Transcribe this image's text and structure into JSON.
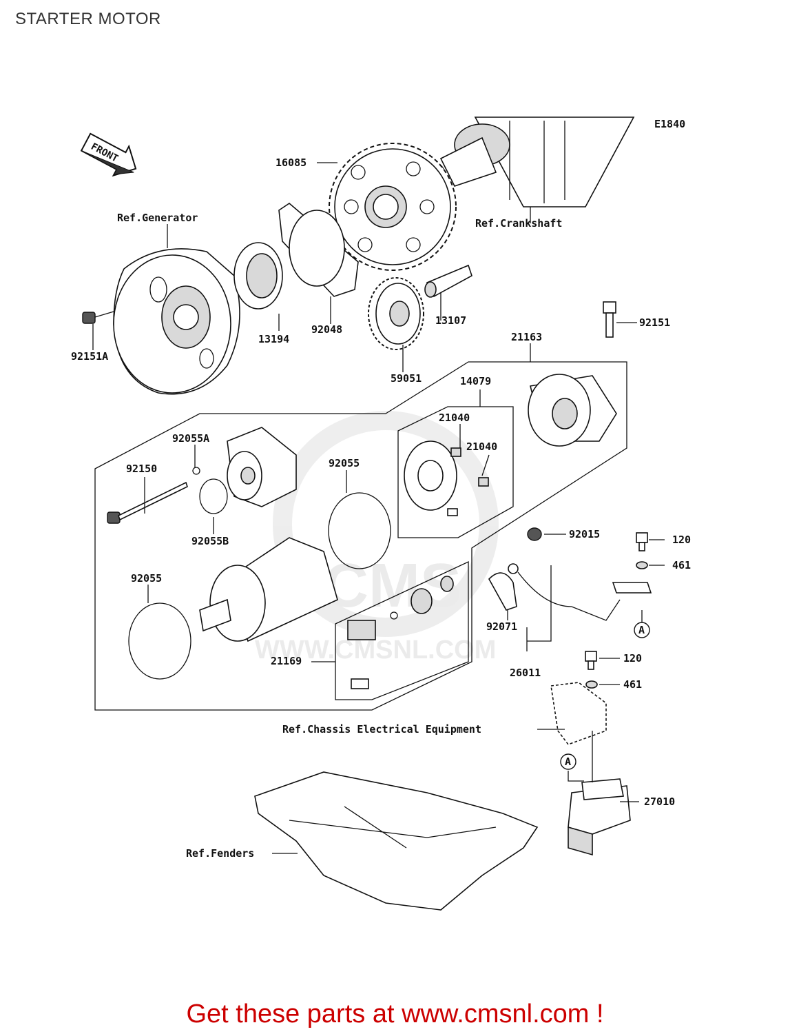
{
  "page": {
    "title": "STARTER MOTOR"
  },
  "diagram": {
    "code": "E1840",
    "front_label": "FRONT",
    "watermark": {
      "brand": "CMS",
      "url": "WWW.CMSNL.COM"
    },
    "labels": {
      "p16085": "16085",
      "ref_generator": "Ref.Generator",
      "ref_crankshaft": "Ref.Crankshaft",
      "p13194": "13194",
      "p92048": "92048",
      "p13107": "13107",
      "p92151": "92151",
      "p92151a": "92151A",
      "p21163": "21163",
      "p59051": "59051",
      "p14079": "14079",
      "p21040a": "21040",
      "p21040b": "21040",
      "p92055a": "92055A",
      "p92150": "92150",
      "p92055_top": "92055",
      "p92055b": "92055B",
      "p92015": "92015",
      "p120a": "120",
      "p461a": "461",
      "p92055_left": "92055",
      "p92071": "92071",
      "p21169": "21169",
      "p26011": "26011",
      "p120b": "120",
      "p461b": "461",
      "ref_chassis": "Ref.Chassis Electrical Equipment",
      "p27010": "27010",
      "ref_fenders": "Ref.Fenders",
      "marker_a1": "A",
      "marker_a2": "A"
    }
  },
  "footer": {
    "text": "Get these parts at www.cmsnl.com !"
  }
}
